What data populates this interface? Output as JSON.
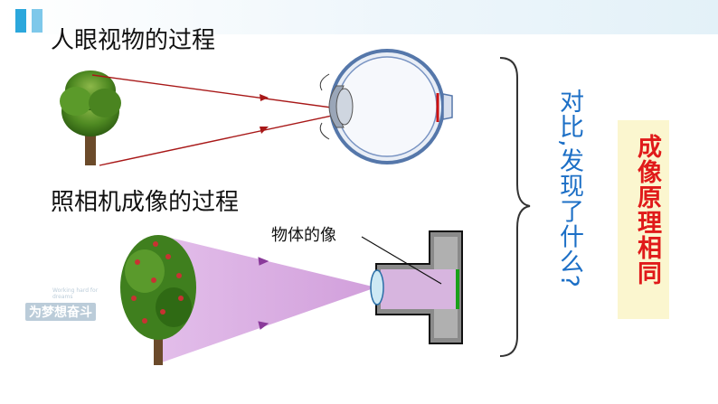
{
  "header": {
    "eye_title": "人眼视物的过程",
    "camera_title": "照相机成像的过程"
  },
  "labels": {
    "image_label": "物体的像"
  },
  "compare_text": "对比,发现了什么?",
  "principle_text": "成像原理相同",
  "watermark": {
    "small": "Working hard for dreams",
    "main": "为梦想奋斗"
  },
  "colors": {
    "accent_blue": "#2ba7dc",
    "light_blue": "#7ec8ea",
    "ray_red": "#a81818",
    "light_cone": "#c98cd6",
    "question_blue": "#1c6fc6",
    "principle_red": "#e01a1a",
    "principle_bg": "#fbf6cf"
  }
}
